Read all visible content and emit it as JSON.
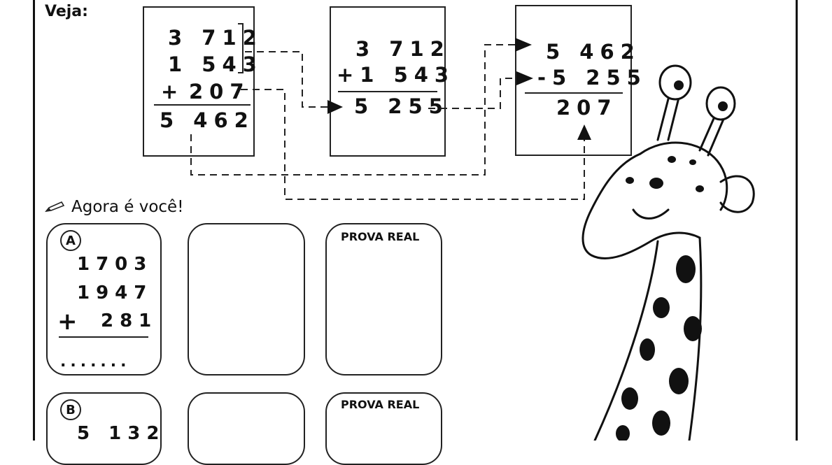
{
  "header": {
    "title": "Veja:"
  },
  "example": {
    "box1": {
      "row1": "3 712",
      "row2": "1 543",
      "row3_sign": "+",
      "row3": "207",
      "result": "5 462"
    },
    "box2": {
      "row1": "3 712",
      "row2": "+1 543",
      "result": "5 255"
    },
    "box3": {
      "row1": "5 462",
      "row2": "-5 255",
      "result": "207"
    }
  },
  "exercise": {
    "instruction": "Agora é você!",
    "pencil_icon": "pencil-icon",
    "proof_label": "PROVA REAL",
    "items": [
      {
        "letter": "A",
        "rows": [
          "1703",
          "1947"
        ],
        "sign": "+",
        "last": "281",
        "answer_placeholder": "......."
      },
      {
        "letter": "B",
        "rows": [
          "5 132"
        ]
      }
    ]
  },
  "illustration": {
    "icon": "giraffe-icon"
  },
  "colors": {
    "ink": "#111111",
    "paper": "#ffffff"
  }
}
